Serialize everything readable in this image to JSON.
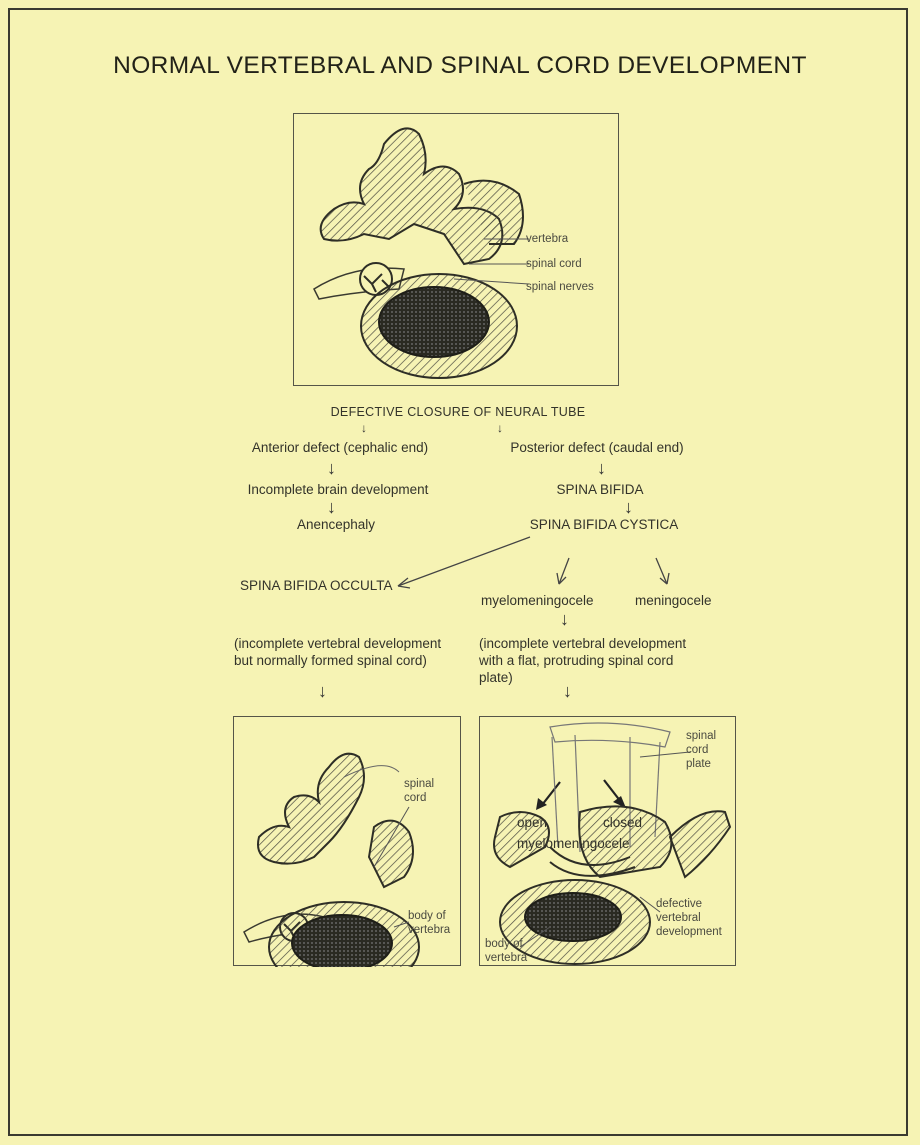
{
  "title": "NORMAL VERTEBRAL AND SPINAL CORD DEVELOPMENT",
  "top_figure": {
    "labels": [
      "vertebra",
      "spinal cord",
      "spinal nerves"
    ]
  },
  "flow": {
    "root": "DEFECTIVE CLOSURE OF NEURAL TUBE",
    "anterior": "Anterior defect (cephalic end)",
    "posterior": "Posterior defect (caudal end)",
    "incomplete_brain": "Incomplete brain development",
    "anencephaly": "Anencephaly",
    "spina_bifida": "SPINA BIFIDA",
    "spina_bifida_cystica": "SPINA BIFIDA CYSTICA",
    "spina_bifida_occulta": "SPINA BIFIDA OCCULTA",
    "myelomeningocele": "myelomeningocele",
    "meningocele": "meningocele",
    "occulta_desc": [
      "(incomplete vertebral development",
      "but normally formed spinal cord)"
    ],
    "myelo_desc": [
      "(incomplete vertebral development",
      "with a flat, protruding spinal cord",
      "plate)"
    ]
  },
  "left_figure": {
    "labels": {
      "spinal_cord": [
        "spinal",
        "cord"
      ],
      "body": [
        "body of",
        "vertebra"
      ]
    }
  },
  "right_figure": {
    "labels": {
      "plate": [
        "spinal",
        "cord",
        "plate"
      ],
      "defective": [
        "defective",
        "vertebral",
        "development"
      ],
      "body": [
        "body of",
        "vertebra"
      ]
    }
  },
  "outcomes": {
    "open": "open",
    "closed": "closed",
    "shared": "myelomeningocele"
  }
}
